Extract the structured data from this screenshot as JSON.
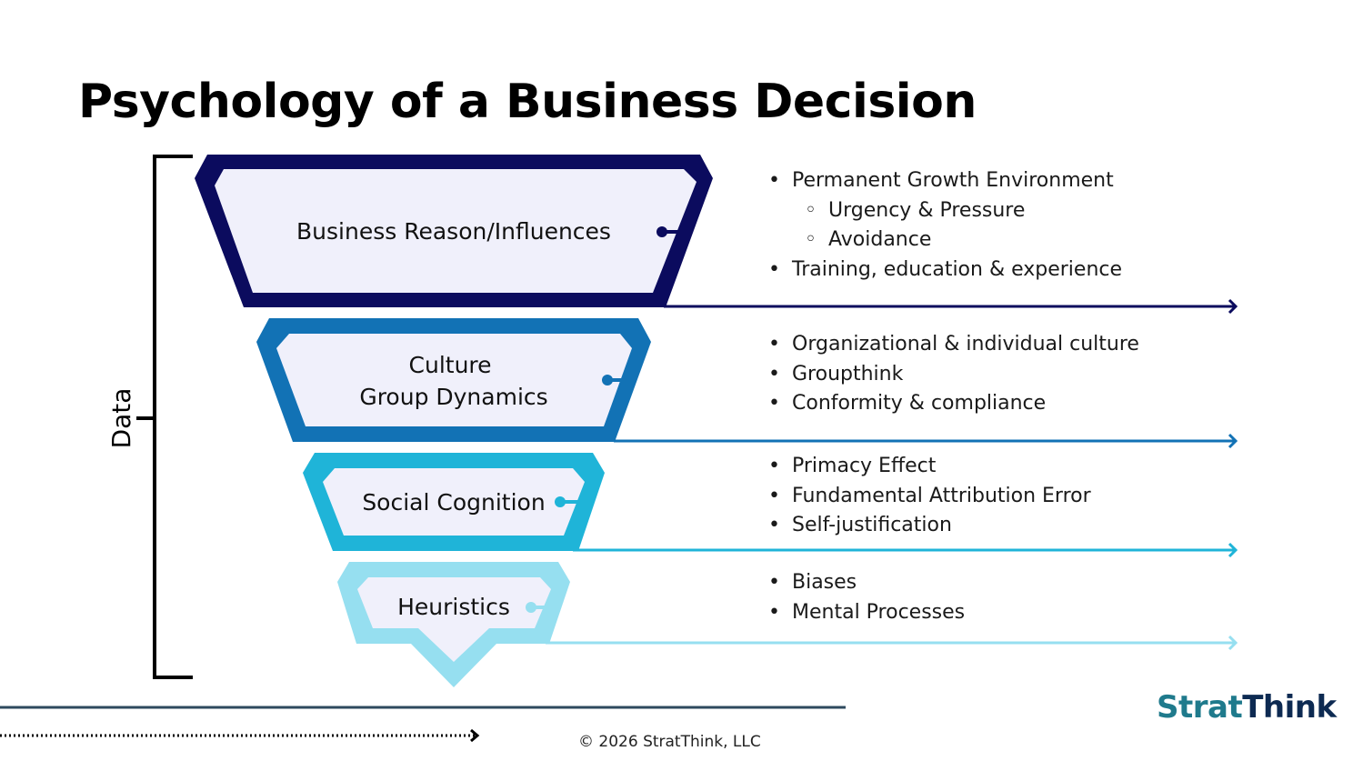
{
  "title": "Psychology of a Business Decision",
  "bracket_label": "Data",
  "colors": {
    "level1": "#0b0b5e",
    "level2": "#1272b5",
    "level3": "#1fb4d8",
    "level4": "#96dff0",
    "fill": "#f0f0fb"
  },
  "levels": [
    {
      "label_lines": [
        "Business Reason/Influences"
      ],
      "bullets": [
        {
          "text": "Permanent Growth Environment",
          "level": 1
        },
        {
          "text": "Urgency & Pressure",
          "level": 2
        },
        {
          "text": "Avoidance",
          "level": 2
        },
        {
          "text": "Training, education & experience",
          "level": 1
        }
      ]
    },
    {
      "label_lines": [
        "Culture",
        "Group Dynamics"
      ],
      "bullets": [
        {
          "text": "Organizational & individual culture",
          "level": 1
        },
        {
          "text": "Groupthink",
          "level": 1
        },
        {
          "text": "Conformity & compliance",
          "level": 1
        }
      ]
    },
    {
      "label_lines": [
        "Social Cognition"
      ],
      "bullets": [
        {
          "text": "Primacy Effect",
          "level": 1
        },
        {
          "text": "Fundamental Attribution Error",
          "level": 1
        },
        {
          "text": "Self-justification",
          "level": 1
        }
      ]
    },
    {
      "label_lines": [
        "Heuristics"
      ],
      "bullets": [
        {
          "text": "Biases",
          "level": 1
        },
        {
          "text": "Mental Processes",
          "level": 1
        }
      ]
    }
  ],
  "footer": "©  2026 StratThink, LLC",
  "logo": {
    "part1": "Strat",
    "part2": "Think"
  }
}
